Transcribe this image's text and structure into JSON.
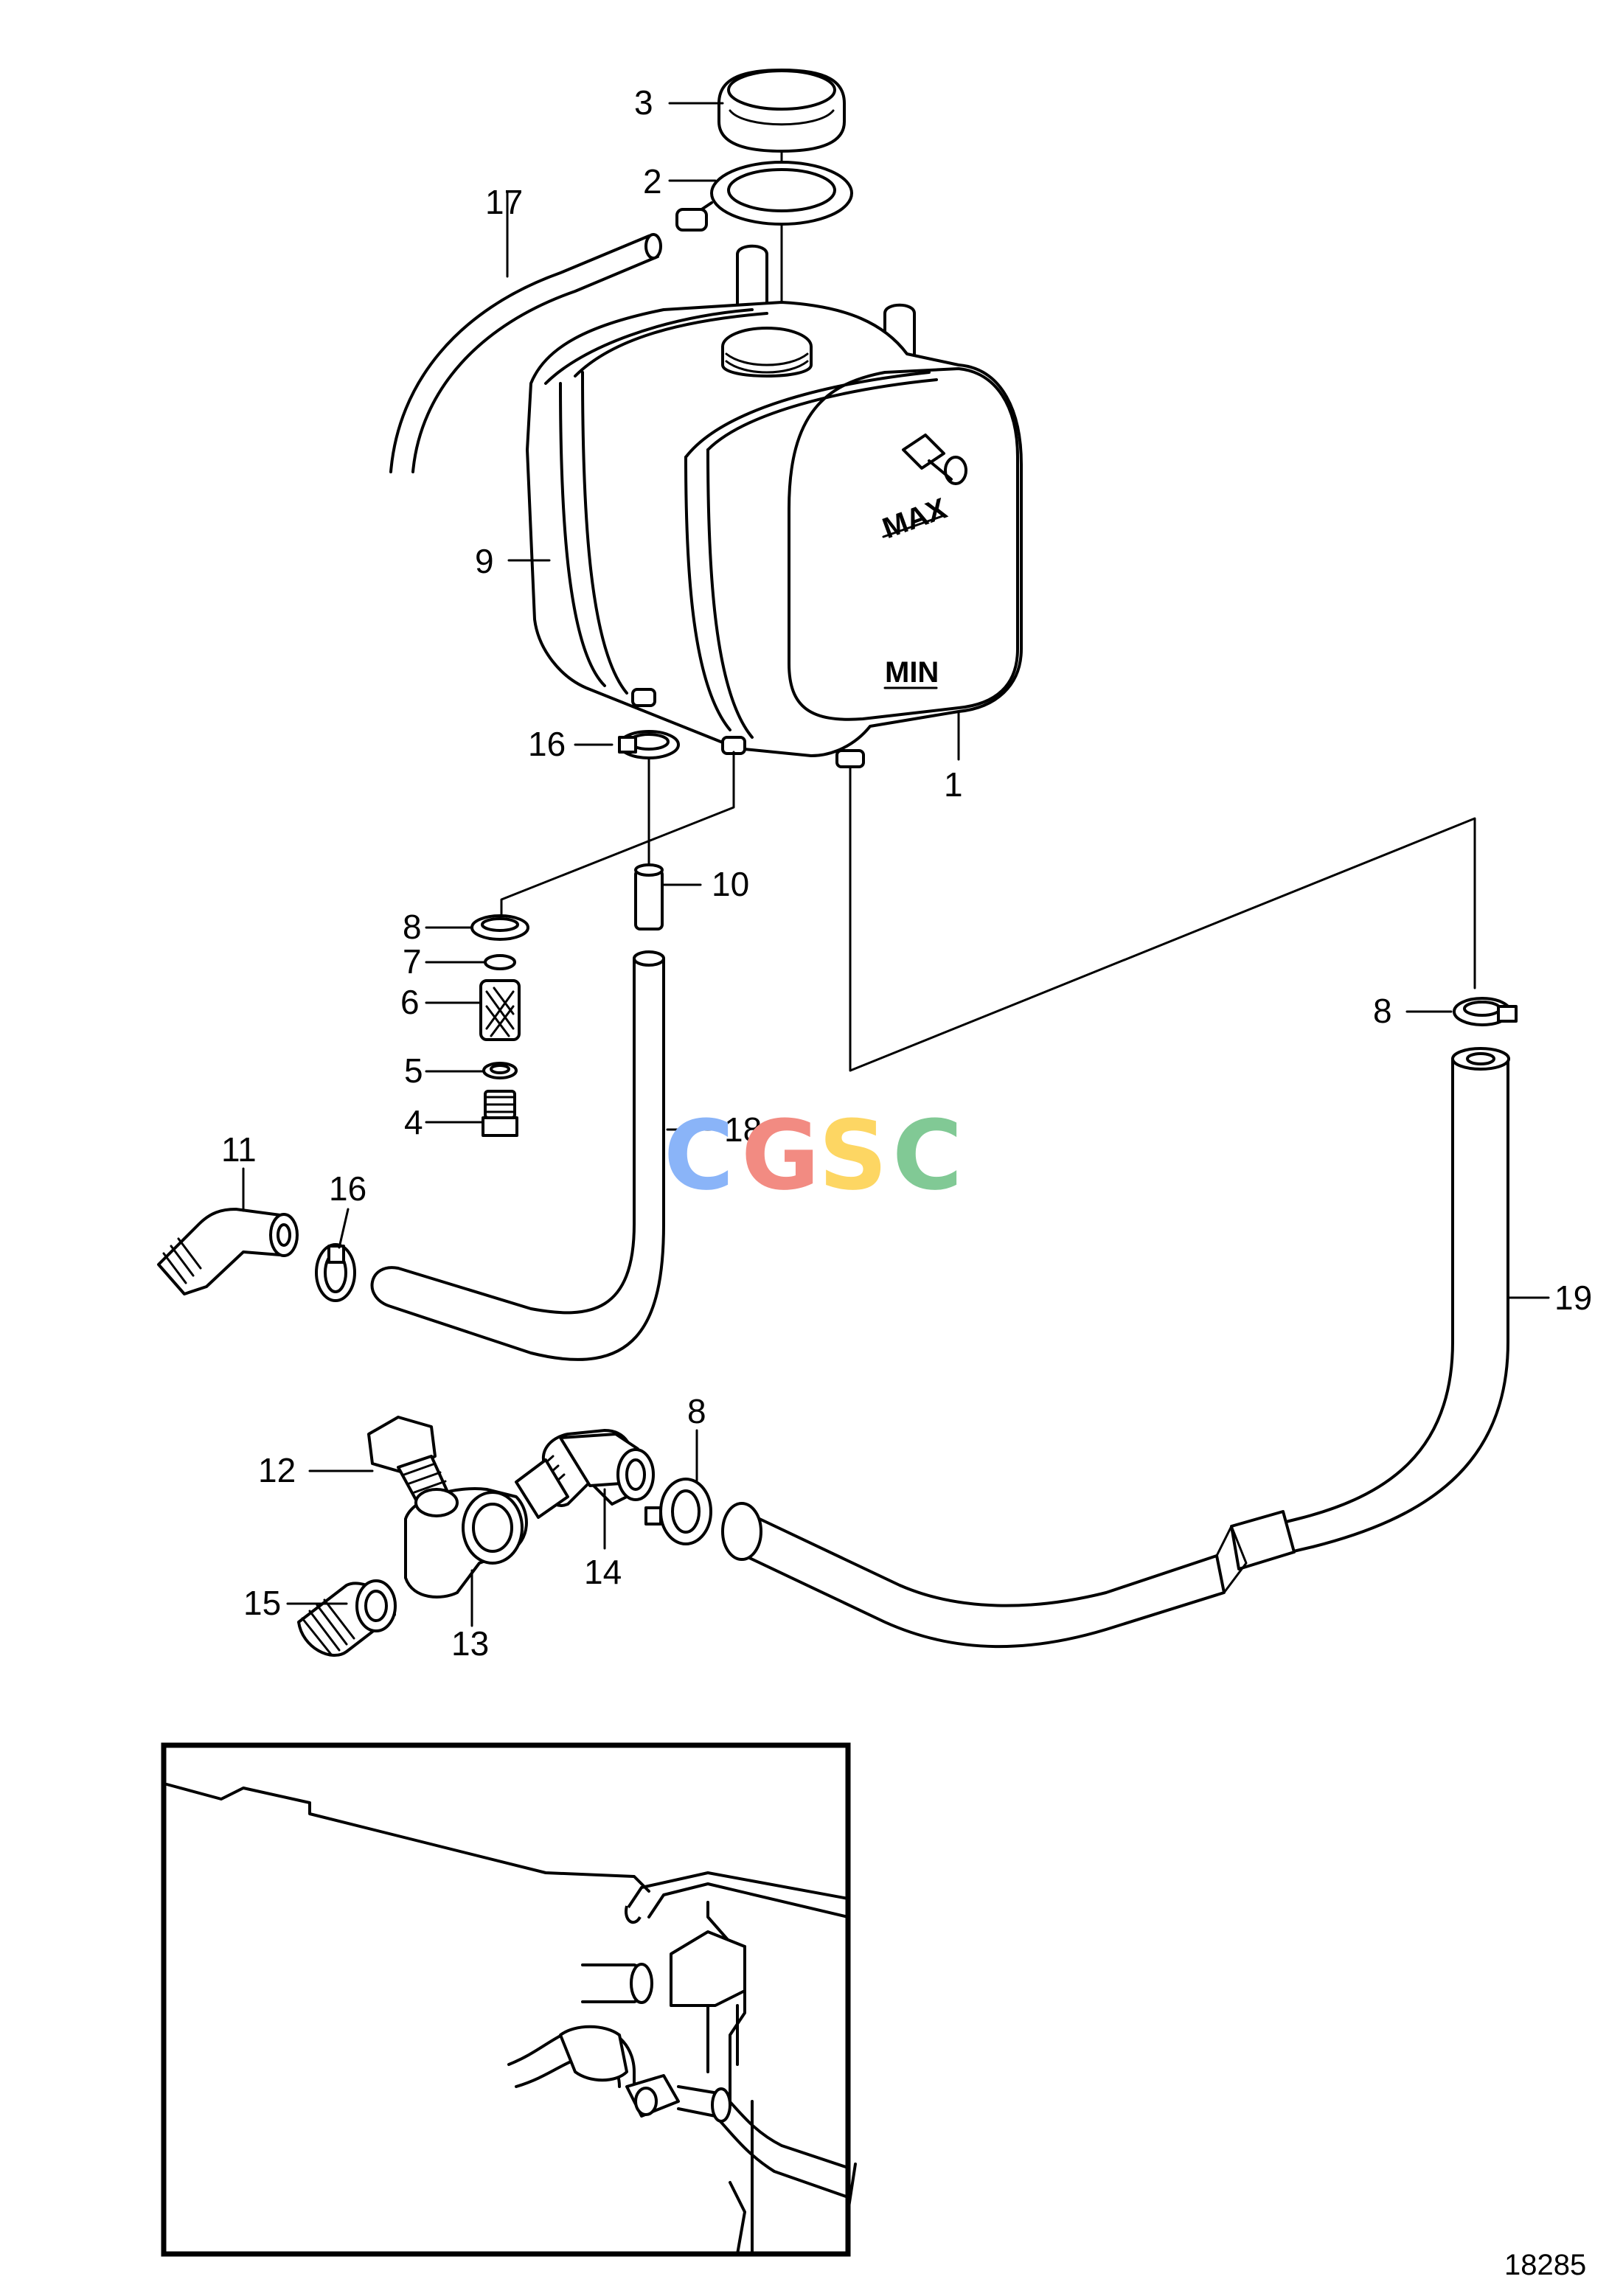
{
  "callouts": [
    {
      "id": "c1",
      "text": "1"
    },
    {
      "id": "c2",
      "text": "2"
    },
    {
      "id": "c3",
      "text": "3"
    },
    {
      "id": "c4",
      "text": "4"
    },
    {
      "id": "c5",
      "text": "5"
    },
    {
      "id": "c6",
      "text": "6"
    },
    {
      "id": "c7",
      "text": "7"
    },
    {
      "id": "c8a",
      "text": "8"
    },
    {
      "id": "c8b",
      "text": "8"
    },
    {
      "id": "c8c",
      "text": "8"
    },
    {
      "id": "c9",
      "text": "9"
    },
    {
      "id": "c10",
      "text": "10"
    },
    {
      "id": "c11",
      "text": "11"
    },
    {
      "id": "c12",
      "text": "12"
    },
    {
      "id": "c13",
      "text": "13"
    },
    {
      "id": "c14",
      "text": "14"
    },
    {
      "id": "c15",
      "text": "15"
    },
    {
      "id": "c16a",
      "text": "16"
    },
    {
      "id": "c16b",
      "text": "16"
    },
    {
      "id": "c17",
      "text": "17"
    },
    {
      "id": "c18",
      "text": "18"
    },
    {
      "id": "c19",
      "text": "19"
    }
  ],
  "tank_markings": {
    "max": "MAX",
    "min": "MIN"
  },
  "watermark": {
    "letters": [
      "C",
      "G",
      "S",
      "C"
    ],
    "colors": [
      "#8ab4f8",
      "#f28b82",
      "#fdd663",
      "#81c995"
    ]
  },
  "drawing_number": "18285"
}
